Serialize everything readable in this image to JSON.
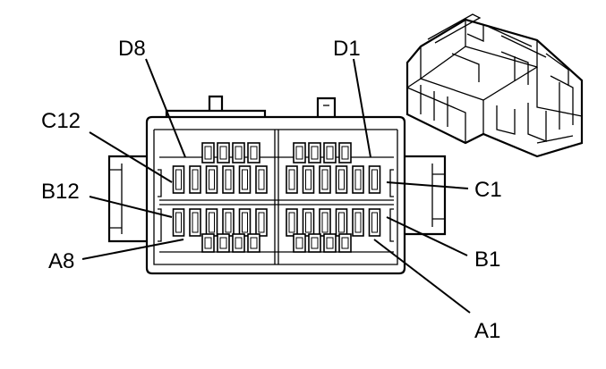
{
  "diagram": {
    "labels": {
      "d8": "D8",
      "d1": "D1",
      "c12": "C12",
      "c1": "C1",
      "b12": "B12",
      "b1": "B1",
      "a8": "A8",
      "a1": "A1"
    },
    "rows": [
      {
        "name": "D",
        "pins": 8
      },
      {
        "name": "C",
        "pins": 12
      },
      {
        "name": "B",
        "pins": 12
      },
      {
        "name": "A",
        "pins": 8
      }
    ],
    "colors": {
      "line": "#000000",
      "background": "#ffffff"
    },
    "components": [
      "connector-face",
      "connector-iso-view"
    ]
  }
}
